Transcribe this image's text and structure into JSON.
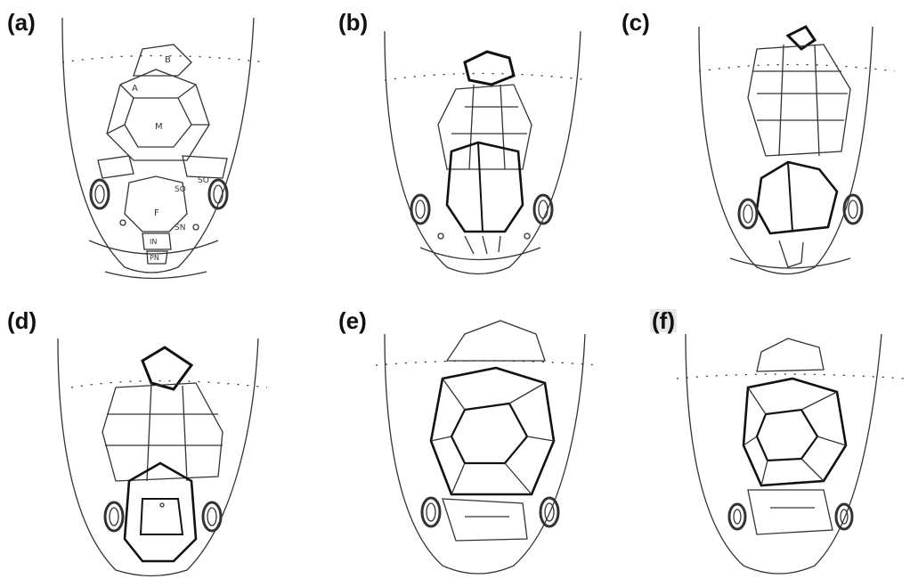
{
  "panels": [
    {
      "label": "(a)",
      "highlight": false,
      "scale_labels": [
        "B",
        "A",
        "M",
        "SO",
        "SO",
        "F",
        "SN",
        "IN",
        "PN"
      ]
    },
    {
      "label": "(b)",
      "highlight": false
    },
    {
      "label": "(c)",
      "highlight": false
    },
    {
      "label": "(d)",
      "highlight": false
    },
    {
      "label": "(e)",
      "highlight": false
    },
    {
      "label": "(f)",
      "highlight": true
    }
  ],
  "colors": {
    "line": "#333333",
    "bold": "#111111",
    "highlight": "#e6e6e6"
  }
}
